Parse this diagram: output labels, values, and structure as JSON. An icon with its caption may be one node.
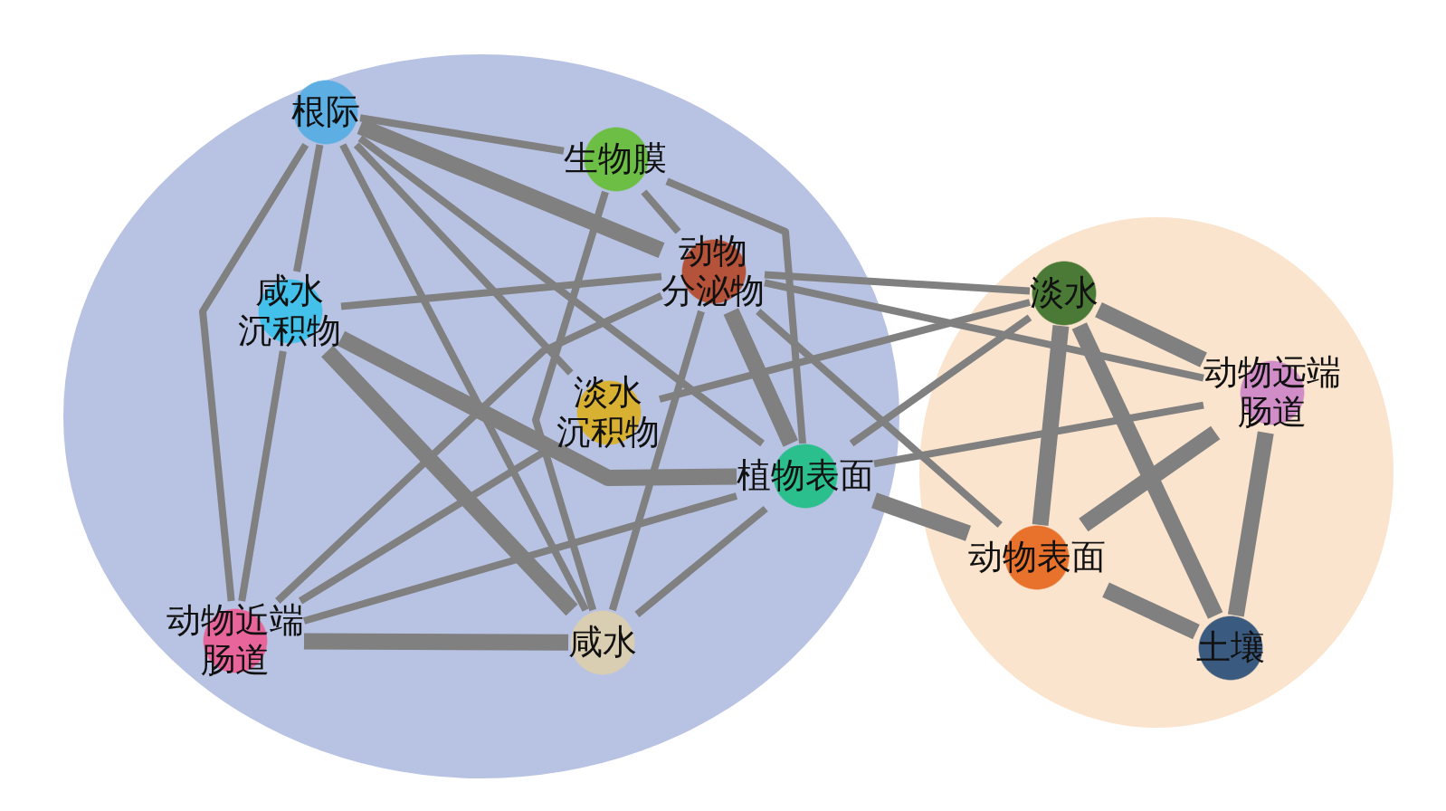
{
  "diagram": {
    "nodes": [
      {
        "text": [],
        "shape": "circle"
      },
      {
        "text": [],
        "shape": "circle"
      },
      {
        "text": [
          "根际"
        ],
        "in": 0
      },
      {
        "text": [
          "生物膜"
        ],
        "in": 0
      },
      {
        "text": [
          "动物分泌物"
        ],
        "in": 0
      },
      {
        "text": [
          "咸水沉积物"
        ],
        "in": 0
      },
      {
        "text": [
          "淡水沉积物"
        ],
        "in": 0
      },
      {
        "text": [
          "植物表面"
        ],
        "in": 0
      },
      {
        "text": [
          "动物近端肠道"
        ],
        "in": 0
      },
      {
        "text": [
          "咸水"
        ],
        "in": 0
      },
      {
        "text": [
          "淡水"
        ],
        "in": 1
      },
      {
        "text": [
          "动物远端肠道"
        ],
        "in": 1
      },
      {
        "text": [
          "动物表面"
        ],
        "in": 1
      },
      {
        "text": [
          "土壤"
        ],
        "in": 1
      }
    ],
    "edges": [
      {
        "from": 2,
        "to": 3,
        "arrow": "none"
      },
      {
        "from": 2,
        "to": 4,
        "arrow": "none",
        "style": "thick"
      },
      {
        "from": 2,
        "to": 5,
        "arrow": "none"
      },
      {
        "from": 2,
        "to": 6,
        "arrow": "none"
      },
      {
        "from": 2,
        "to": 7,
        "arrow": "none"
      },
      {
        "from": 2,
        "to": 9,
        "arrow": "none"
      },
      {
        "from": 2,
        "to": 8,
        "arrow": "none"
      },
      {
        "from": 3,
        "to": 4,
        "arrow": "none"
      },
      {
        "from": 3,
        "to": 9,
        "arrow": "none"
      },
      {
        "from": 3,
        "to": 7,
        "arrow": "none"
      },
      {
        "from": 4,
        "to": 5,
        "arrow": "none"
      },
      {
        "from": 4,
        "to": 7,
        "arrow": "none",
        "style": "thick"
      },
      {
        "from": 4,
        "to": 9,
        "arrow": "none"
      },
      {
        "from": 4,
        "to": 8,
        "arrow": "none"
      },
      {
        "from": 4,
        "to": 10,
        "arrow": "none"
      },
      {
        "from": 4,
        "to": 11,
        "arrow": "none"
      },
      {
        "from": 4,
        "to": 12,
        "arrow": "none"
      },
      {
        "from": 5,
        "to": 7,
        "arrow": "none",
        "style": "thick"
      },
      {
        "from": 5,
        "to": 9,
        "arrow": "none",
        "style": "thick"
      },
      {
        "from": 5,
        "to": 8,
        "arrow": "none"
      },
      {
        "from": 6,
        "to": 8,
        "arrow": "none"
      },
      {
        "from": 6,
        "to": 10,
        "arrow": "none"
      },
      {
        "from": 7,
        "to": 9,
        "arrow": "none"
      },
      {
        "from": 7,
        "to": 8,
        "arrow": "none"
      },
      {
        "from": 7,
        "to": 10,
        "arrow": "none"
      },
      {
        "from": 7,
        "to": 11,
        "arrow": "none"
      },
      {
        "from": 7,
        "to": 12,
        "arrow": "none",
        "style": "thick"
      },
      {
        "from": 8,
        "to": 9,
        "arrow": "none",
        "style": "thick"
      },
      {
        "from": 10,
        "to": 11,
        "arrow": "none",
        "style": "thick"
      },
      {
        "from": 10,
        "to": 12,
        "arrow": "none",
        "style": "thick"
      },
      {
        "from": 10,
        "to": 13,
        "arrow": "none",
        "style": "thick"
      },
      {
        "from": 12,
        "to": 11,
        "arrow": "none",
        "style": "thick"
      },
      {
        "from": 12,
        "to": 13,
        "arrow": "none",
        "style": "thick"
      },
      {
        "from": 11,
        "to": 13,
        "arrow": "none",
        "style": "thick"
      }
    ]
  }
}
